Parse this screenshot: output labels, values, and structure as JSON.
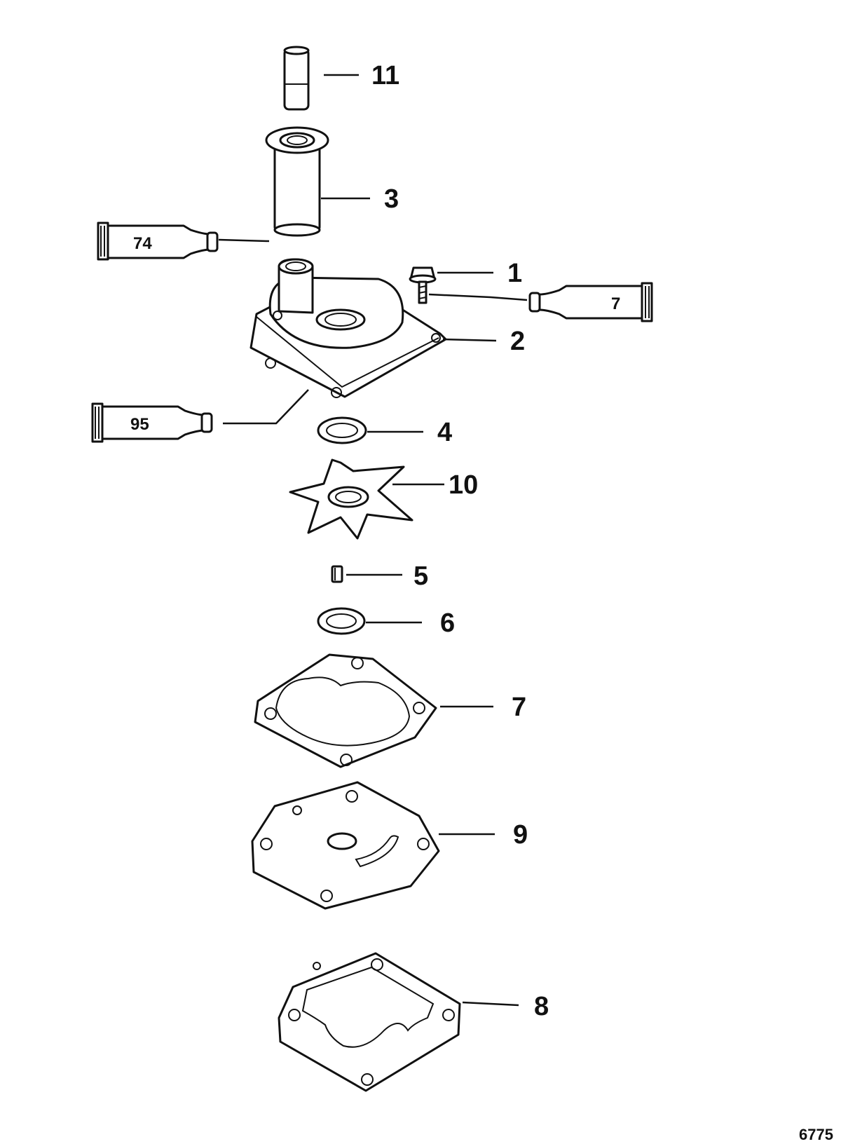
{
  "diagram": {
    "figure_number": "6775",
    "callouts": [
      "11",
      "3",
      "1",
      "2",
      "4",
      "10",
      "5",
      "6",
      "7",
      "9",
      "8"
    ],
    "sealant_tubes": [
      "74",
      "7",
      "95"
    ]
  }
}
